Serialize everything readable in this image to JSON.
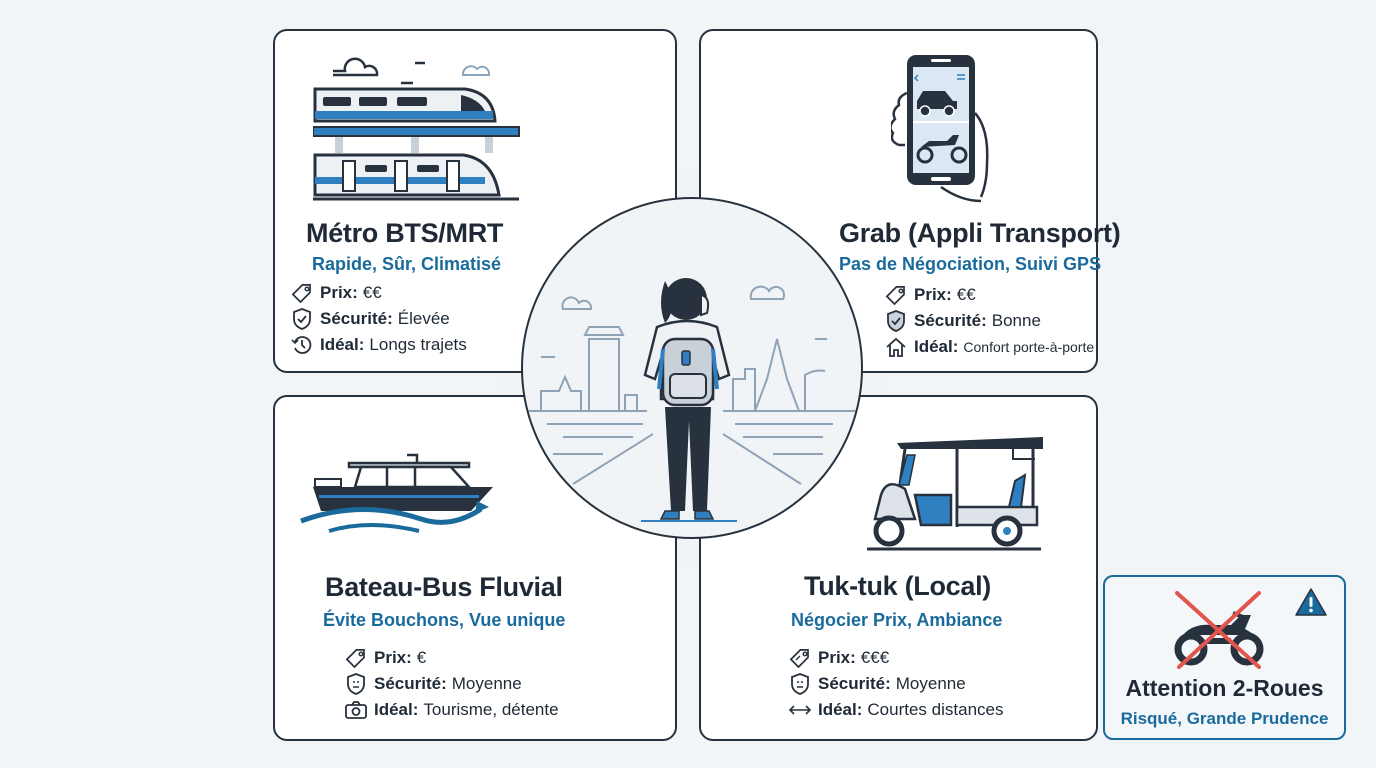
{
  "colors": {
    "background": "#f2f5f8",
    "panel_border": "#27323e",
    "title": "#1f2a36",
    "accent_blue": "#1a6b9c",
    "illustration_blue": "#2f7fc1",
    "warning_red": "#e2554d"
  },
  "panels": {
    "metro": {
      "title": "Métro BTS/MRT",
      "subtitle": "Rapide, Sûr, Climatisé",
      "facts": [
        {
          "icon": "price-tag-icon",
          "label": "Prix:",
          "value": "€€"
        },
        {
          "icon": "shield-check-icon",
          "label": "Sécurité:",
          "value": "Élevée"
        },
        {
          "icon": "clock-history-icon",
          "label": "Idéal:",
          "value": "Longs trajets"
        }
      ],
      "illustration": "elevated-train-icon"
    },
    "grab": {
      "title": "Grab (Appli Transport)",
      "subtitle": "Pas de Négociation, Suivi GPS",
      "facts": [
        {
          "icon": "price-tag-icon",
          "label": "Prix:",
          "value": "€€"
        },
        {
          "icon": "shield-check-icon",
          "label": "Sécurité:",
          "value": "Bonne"
        },
        {
          "icon": "home-icon",
          "label": "Idéal:",
          "value": "Confort porte-à-porte"
        }
      ],
      "illustration": "phone-app-icon"
    },
    "boat": {
      "title": "Bateau-Bus Fluvial",
      "subtitle": "Évite Bouchons, Vue unique",
      "facts": [
        {
          "icon": "price-tag-icon",
          "label": "Prix:",
          "value": "€"
        },
        {
          "icon": "shield-neutral-icon",
          "label": "Sécurité:",
          "value": "Moyenne"
        },
        {
          "icon": "camera-icon",
          "label": "Idéal:",
          "value": "Tourisme, détente"
        }
      ],
      "illustration": "river-boat-icon"
    },
    "tuktuk": {
      "title": "Tuk-tuk (Local)",
      "subtitle": "Négocier Prix, Ambiance",
      "facts": [
        {
          "icon": "price-tag-euro-icon",
          "label": "Prix:",
          "value": "€€€"
        },
        {
          "icon": "shield-neutral-icon",
          "label": "Sécurité:",
          "value": "Moyenne"
        },
        {
          "icon": "double-arrow-icon",
          "label": "Idéal:",
          "value": "Courtes distances"
        }
      ],
      "illustration": "tuk-tuk-icon"
    }
  },
  "warning": {
    "title": "Attention 2-Roues",
    "subtitle": "Risqué, Grande Prudence",
    "icon": "warning-triangle-icon",
    "illustration": "crossed-motorbike-icon"
  },
  "center": {
    "illustration": "traveler-with-backpack-bangkok-skyline"
  }
}
